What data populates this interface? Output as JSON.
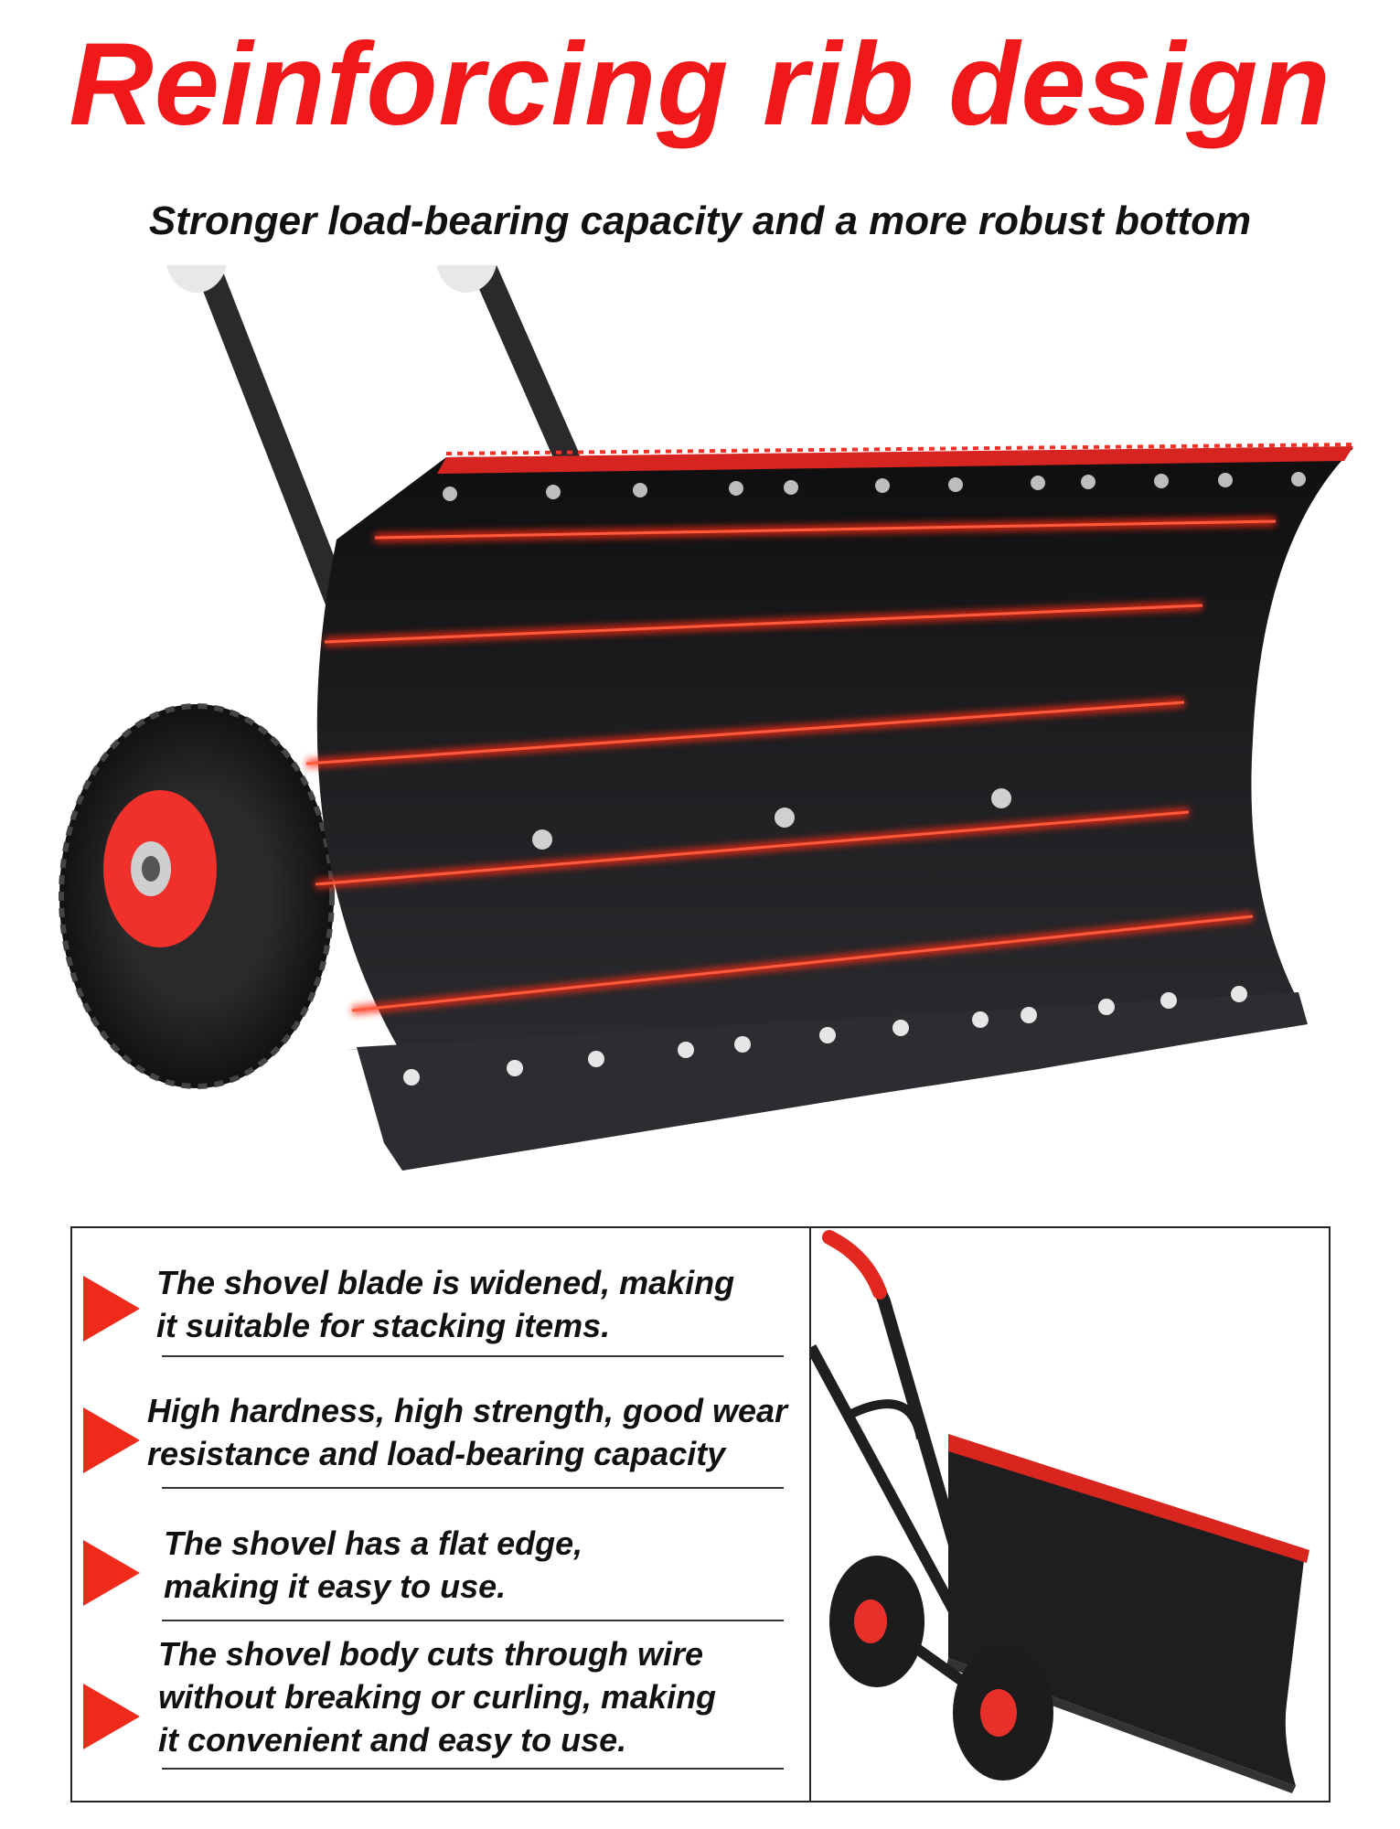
{
  "header": {
    "title": "Reinforcing rib design",
    "subtitle": "Stronger load-bearing capacity and a more robust bottom"
  },
  "colors": {
    "accent": "#f02a1a",
    "title": "#f01818",
    "blade": "#1c1c1e",
    "rib": "#ff2a18"
  },
  "features": [
    {
      "text": "The shovel blade is widened, making\nit suitable for stacking items.",
      "icon": "triangle-arrow-icon"
    },
    {
      "text": "High hardness, high strength, good wear\nresistance and load-bearing capacity",
      "icon": "triangle-arrow-icon"
    },
    {
      "text": "The shovel has a flat edge,\nmaking it easy to use.",
      "icon": "triangle-arrow-icon"
    },
    {
      "text": "The shovel body cuts through wire\nwithout breaking or curling, making\nit convenient and easy to use.",
      "icon": "triangle-arrow-icon"
    }
  ]
}
